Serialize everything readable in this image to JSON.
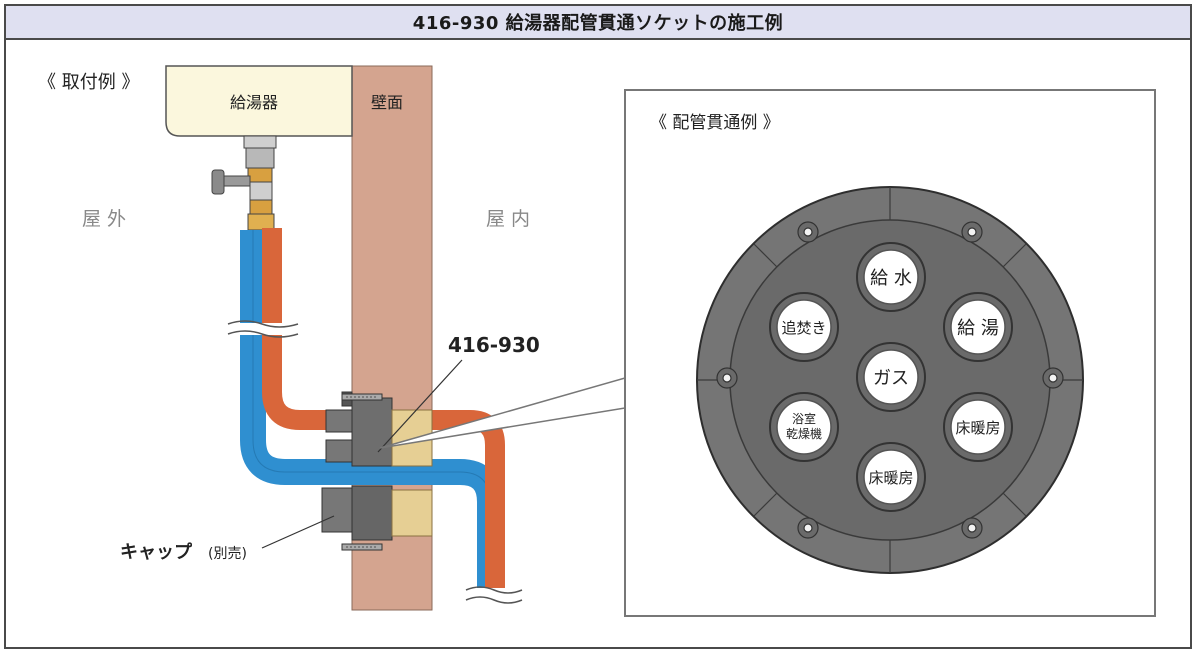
{
  "title": "416-930 給湯器配管貫通ソケットの施工例",
  "install_example": {
    "heading": "《 取付例 》",
    "water_heater": "給湯器",
    "wall_surface": "壁面",
    "outdoor": "屋 外",
    "indoor": "屋 内",
    "product_code": "416-930",
    "cap_label": "キャップ",
    "cap_note": "(別売)"
  },
  "piping_example": {
    "heading": "《 配管貫通例 》",
    "holes": [
      {
        "id": "water-supply",
        "lines": [
          "給 水"
        ]
      },
      {
        "id": "hot-water-supply",
        "lines": [
          "給 湯"
        ]
      },
      {
        "id": "reheating",
        "lines": [
          "追焚き"
        ]
      },
      {
        "id": "gas",
        "lines": [
          "ガス"
        ]
      },
      {
        "id": "bath-dryer",
        "lines": [
          "浴室",
          "乾燥機"
        ]
      },
      {
        "id": "floor-heating-right",
        "lines": [
          "床暖房"
        ]
      },
      {
        "id": "floor-heating-bottom",
        "lines": [
          "床暖房"
        ]
      }
    ]
  },
  "colors": {
    "title_bg": "#dfe0f1",
    "heater_body": "#fbf7dd",
    "wall": "#d4a48f",
    "hot_pipe": "#d9663a",
    "cold_pipe": "#2f8fd0",
    "socket": "#6e6e6e",
    "socket_face": "#757575",
    "brass": "#d8a040"
  }
}
